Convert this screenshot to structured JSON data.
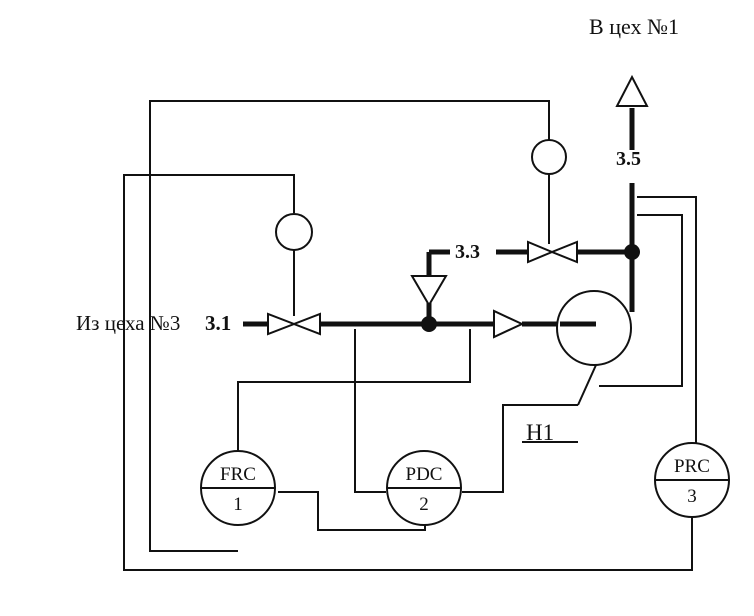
{
  "labels": {
    "outlet": "В цех №1",
    "inlet": "Из цеха №3",
    "line_3_1": "3.1",
    "line_3_3": "3.3",
    "line_3_5": "3.5",
    "pump": "Н1"
  },
  "instruments": [
    {
      "code": "FRC",
      "number": "1"
    },
    {
      "code": "PDC",
      "number": "2"
    },
    {
      "code": "PRC",
      "number": "3"
    }
  ]
}
